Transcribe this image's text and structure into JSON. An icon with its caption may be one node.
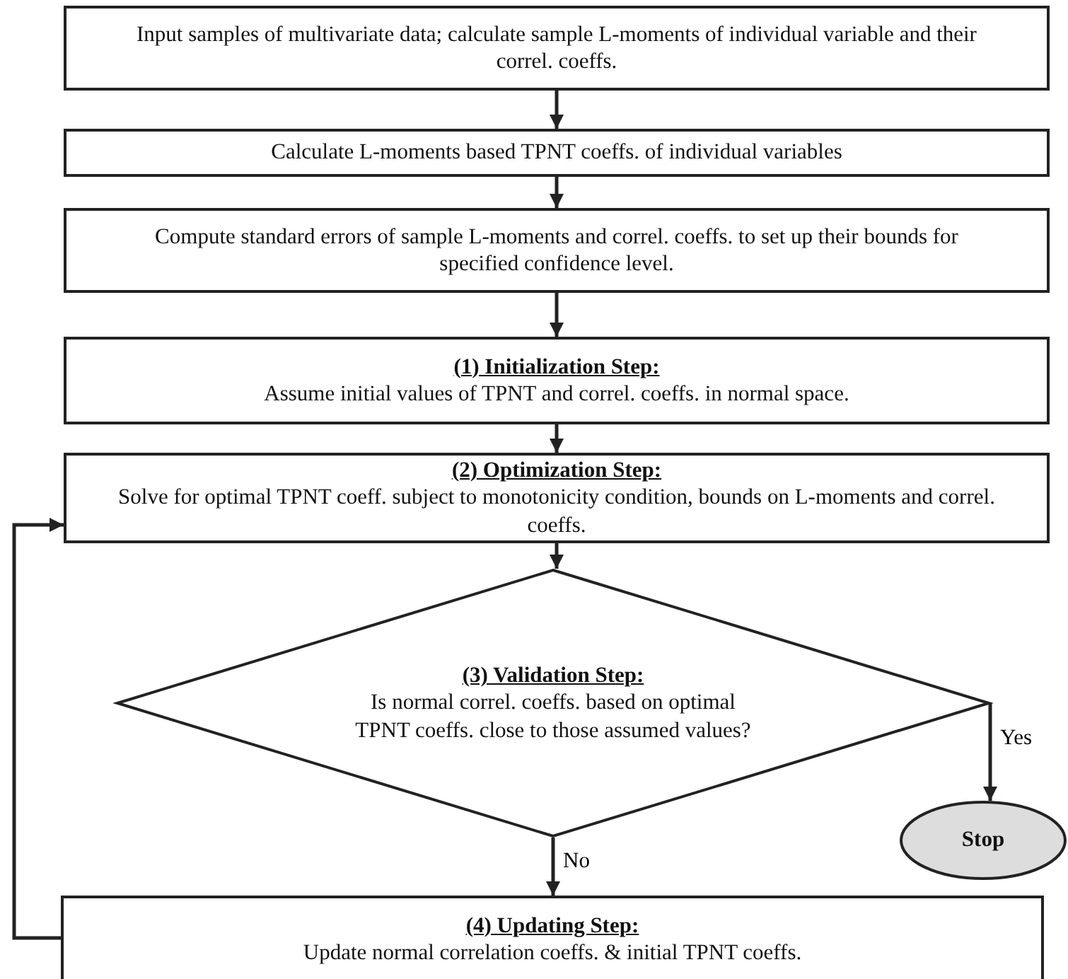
{
  "diagram": {
    "nodes": [
      {
        "text": [
          "Input samples of multivariate data; calculate sample L-moments of individual variable and their correl. coeffs."
        ]
      },
      {
        "text": [
          "Calculate L-moments based TPNT coeffs. of individual variables"
        ]
      },
      {
        "text": [
          "Compute standard errors of sample L-moments and correl. coeffs. to set up their bounds for specified confidence level."
        ]
      },
      {
        "text": [
          "(1) Initialization Step:",
          "Assume initial values of TPNT and correl. coeffs. in normal space."
        ]
      },
      {
        "text": [
          "(2) Optimization Step:",
          "Solve for optimal TPNT coeff. subject to monotonicity condition, bounds on L-moments and correl. coeffs."
        ]
      },
      {
        "text": [
          "(3) Validation Step:",
          "Is normal correl. coeffs. based on optimal TPNT coeffs. close to those assumed values?"
        ]
      },
      {
        "text": [
          "Stop"
        ]
      },
      {
        "text": [
          "(4) Updating Step:",
          "Update normal correlation coeffs. & initial TPNT coeffs."
        ]
      }
    ],
    "edges": [
      {
        "from": 0,
        "to": 1,
        "arrow": "to"
      },
      {
        "from": 1,
        "to": 2,
        "arrow": "to"
      },
      {
        "from": 2,
        "to": 3,
        "arrow": "to"
      },
      {
        "from": 3,
        "to": 4,
        "arrow": "to"
      },
      {
        "from": 4,
        "to": 5,
        "arrow": "to"
      },
      {
        "from": 5,
        "to": 6,
        "label": "Yes",
        "arrow": "to"
      },
      {
        "from": 5,
        "to": 7,
        "label": "No",
        "arrow": "to"
      },
      {
        "from": 7,
        "to": 4,
        "arrow": "to"
      }
    ]
  }
}
